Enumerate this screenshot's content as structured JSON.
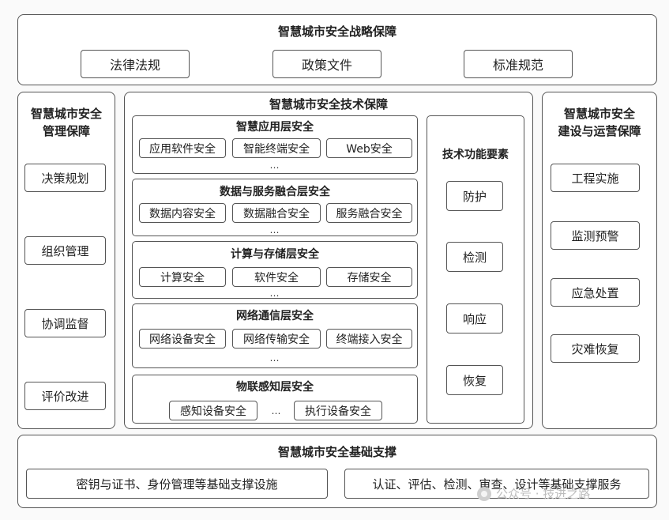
{
  "strategy": {
    "title": "智慧城市安全战略保障",
    "items": [
      "法律法规",
      "政策文件",
      "标准规范"
    ]
  },
  "management": {
    "title_line1": "智慧城市安全",
    "title_line2": "管理保障",
    "items": [
      "决策规划",
      "组织管理",
      "协调监督",
      "评价改进"
    ]
  },
  "technical": {
    "title": "智慧城市安全技术保障",
    "layers": [
      {
        "title": "智慧应用层安全",
        "items": [
          "应用软件安全",
          "智能终端安全",
          "Web安全"
        ],
        "ellipsis": "…"
      },
      {
        "title": "数据与服务融合层安全",
        "items": [
          "数据内容安全",
          "数据融合安全",
          "服务融合安全"
        ],
        "ellipsis": "…"
      },
      {
        "title": "计算与存储层安全",
        "items": [
          "计算安全",
          "软件安全",
          "存储安全"
        ],
        "ellipsis": "…"
      },
      {
        "title": "网络通信层安全",
        "items": [
          "网络设备安全",
          "网络传输安全",
          "终端接入安全"
        ],
        "ellipsis": "…"
      },
      {
        "title": "物联感知层安全",
        "items": [
          "感知设备安全",
          "执行设备安全"
        ],
        "ellipsis": "…"
      }
    ],
    "function_elements": {
      "title": "技术功能要素",
      "items": [
        "防护",
        "检测",
        "响应",
        "恢复"
      ]
    }
  },
  "operation": {
    "title_line1": "智慧城市安全",
    "title_line2": "建设与运营保障",
    "items": [
      "工程实施",
      "监测预警",
      "应急处置",
      "灾难恢复"
    ]
  },
  "foundation": {
    "title": "智慧城市安全基础支撑",
    "items": [
      "密钥与证书、身份管理等基础支撑设施",
      "认证、评估、检测、审查、设计等基础支撑服务"
    ]
  },
  "watermark": {
    "icon": "wechat-official-account-icon",
    "text": "公众号 · 技进之路"
  }
}
